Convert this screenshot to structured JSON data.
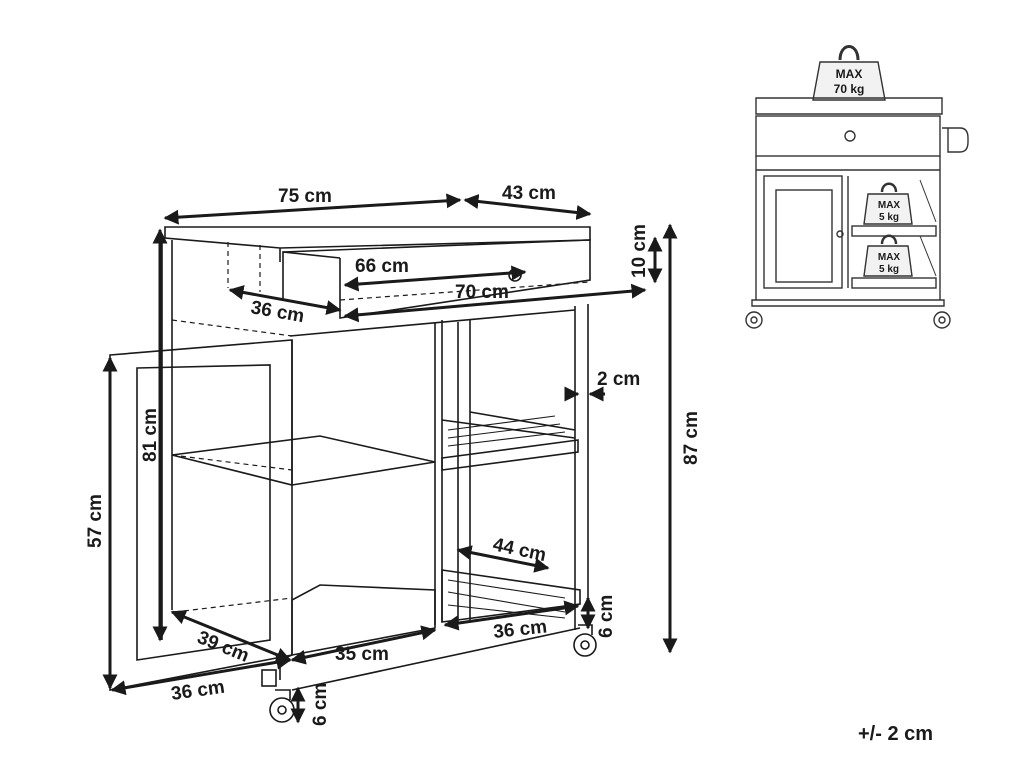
{
  "dimensions": {
    "top_width": "75 cm",
    "drawer_pull_depth": "43 cm",
    "drawer_inner_width": "66 cm",
    "drawer_height": "10 cm",
    "drawer_width": "70 cm",
    "top_depth": "36 cm",
    "frame_thickness": "2 cm",
    "cabinet_height": "81 cm",
    "total_height": "87 cm",
    "door_height": "57 cm",
    "shelf_depth": "44 cm",
    "bottom_shelf_width": "36 cm",
    "caster_height_right": "6 cm",
    "door_width": "39 cm",
    "bottom_width_center": "35 cm",
    "bottom_depth_left": "36 cm",
    "caster_height_left": "6 cm"
  },
  "load_limits": {
    "top_max_label": "MAX",
    "top_max_value": "70 kg",
    "shelf1_max_label": "MAX",
    "shelf1_max_value": "5 kg",
    "shelf2_max_label": "MAX",
    "shelf2_max_value": "5 kg"
  },
  "tolerance": "+/- 2 cm"
}
